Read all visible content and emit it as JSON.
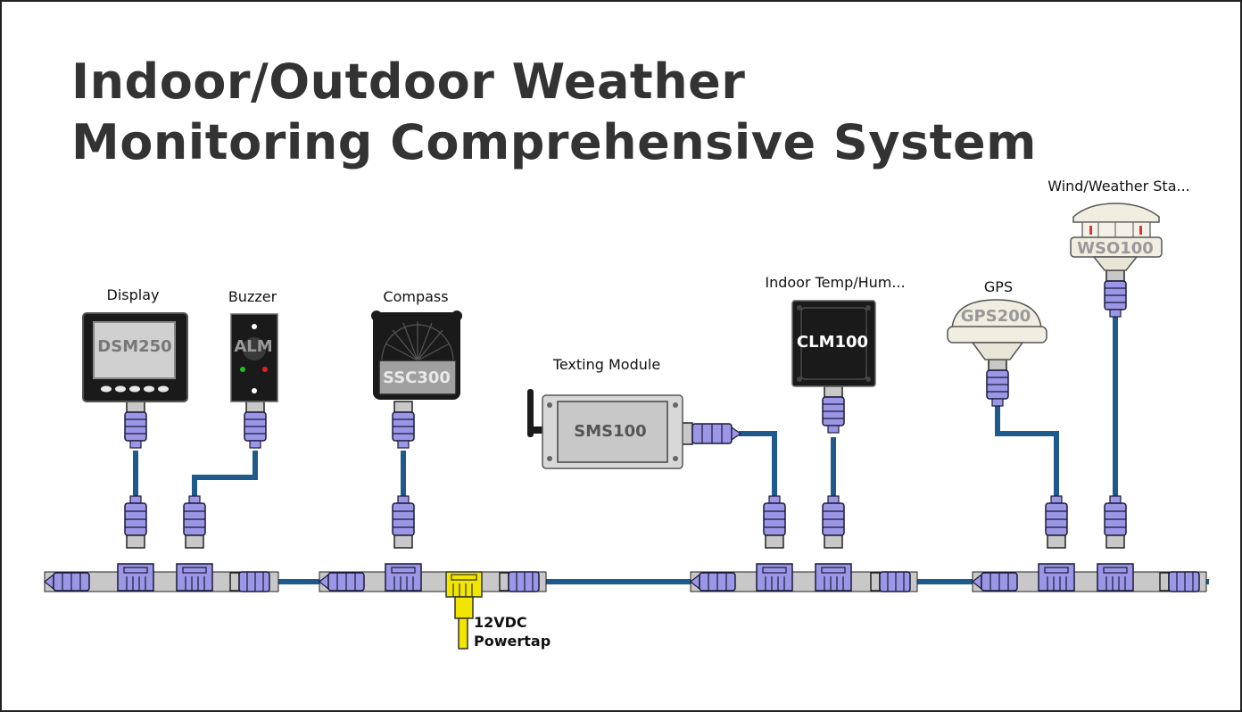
{
  "title": {
    "line1": "Indoor/Outdoor Weather",
    "line2": "Monitoring Comprehensive System"
  },
  "devices": [
    {
      "id": "display",
      "label": "Display",
      "model": "DSM250"
    },
    {
      "id": "buzzer",
      "label": "Buzzer",
      "model": "ALM"
    },
    {
      "id": "compass",
      "label": "Compass",
      "model": "SSC300"
    },
    {
      "id": "texting",
      "label": "Texting Module",
      "model": "SMS100"
    },
    {
      "id": "temp",
      "label": "Indoor Temp/Hum...",
      "model": "CLM100"
    },
    {
      "id": "gps",
      "label": "GPS",
      "model": "GPS200"
    },
    {
      "id": "wind",
      "label": "Wind/Weather Sta...",
      "model": "WSO100"
    }
  ],
  "powertap": {
    "line1": "12VDC",
    "line2": "Powertap"
  },
  "colors": {
    "cable": "#1f5a8c",
    "connector": "#9b96e6",
    "connector_stroke": "#1a1a3a",
    "device_body": "#1a1a1a",
    "screen": "#d0d0d0",
    "powertap": "#f2e600"
  }
}
